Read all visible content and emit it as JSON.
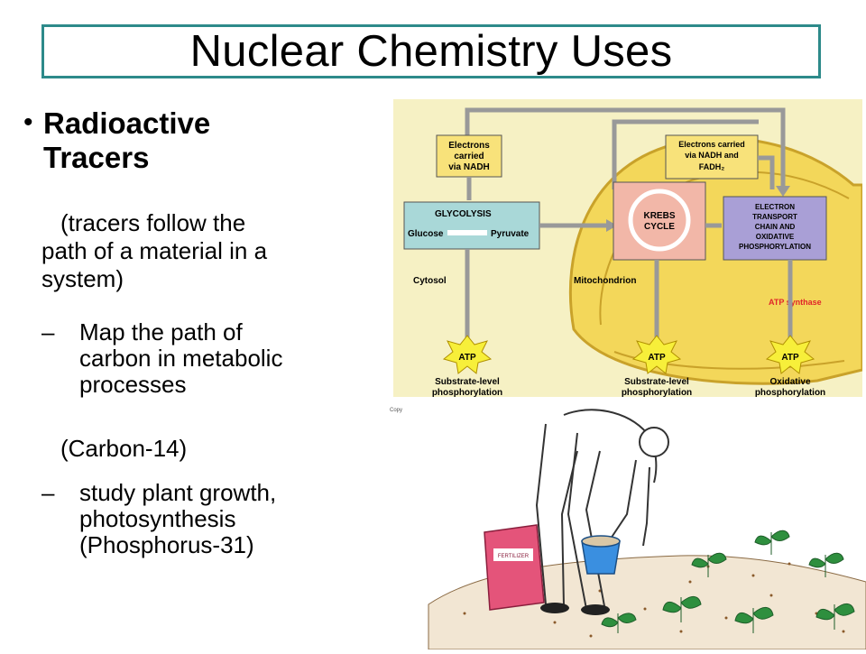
{
  "title": "Nuclear Chemistry Uses",
  "bullet": {
    "marker": "•",
    "heading": "Radioactive Tracers"
  },
  "description": "(tracers follow the path of a material in a system)",
  "description_lines": [
    "(tracers follow the",
    "path of a material in a",
    "system)"
  ],
  "sub_items": [
    {
      "dash": "–",
      "lines": [
        "Map the path of",
        "carbon in metabolic",
        "processes"
      ]
    },
    {
      "dash": "–",
      "lines": [
        "study plant growth,",
        "photosynthesis",
        "(Phosphorus-31)"
      ]
    }
  ],
  "carbon_note": "(Carbon-14)",
  "diagram": {
    "electrons_nadh": [
      "Electrons",
      "carried",
      "via NADH"
    ],
    "electrons_nadh_fadh": [
      "Electrons carried",
      "via NADH and",
      "FADH₂"
    ],
    "glycolysis": "GLYCOLYSIS",
    "glucose": "Glucose",
    "pyruvate": "Pyruvate",
    "krebs": [
      "KREBS",
      "CYCLE"
    ],
    "etc": [
      "ELECTRON",
      "TRANSPORT",
      "CHAIN AND",
      "OXIDATIVE",
      "PHOSPHORYLATION"
    ],
    "cytosol": "Cytosol",
    "mitochondrion": "Mitochondrion",
    "atp_synthase": "ATP synthase",
    "atp": "ATP",
    "atp_labels": [
      [
        "Substrate-level",
        "phosphorylation"
      ],
      [
        "Substrate-level",
        "phosphorylation"
      ],
      [
        "Oxidative",
        "phosphorylation"
      ]
    ],
    "copyright": "Copy"
  },
  "illustration": {
    "bag_label": "FERTILIZER"
  },
  "colors": {
    "title_border": "#2d8a8a",
    "mito_fill": "#f3d75a",
    "glycolysis_fill": "#a9d8d8",
    "krebs_fill": "#f2b7a8",
    "etc_fill": "#a99fd6",
    "atp_fill": "#f7ef3a",
    "atp_synthase": "#e0262a"
  }
}
